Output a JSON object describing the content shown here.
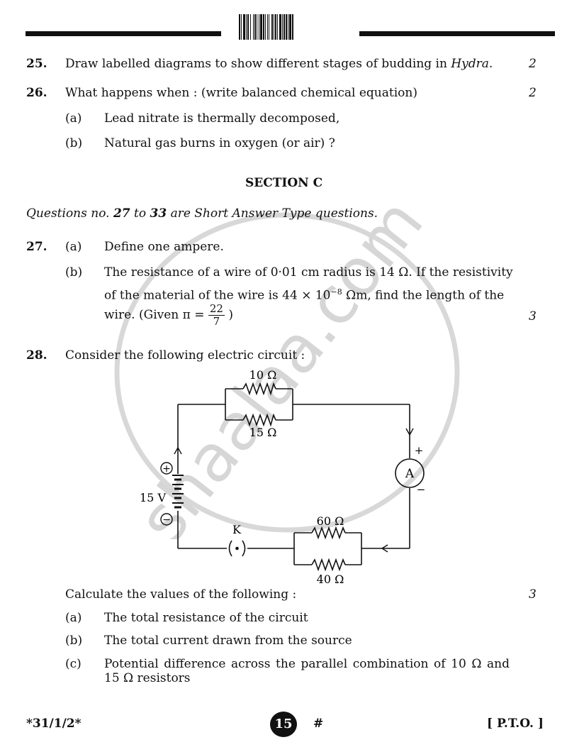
{
  "header": {
    "barcode": "barcode"
  },
  "q25": {
    "number": "25.",
    "text_before": "Draw labelled diagrams to show different stages of budding in ",
    "text_italic": "Hydra",
    "text_after": ".",
    "marks": "2"
  },
  "q26": {
    "number": "26.",
    "text": "What happens when : (write balanced chemical equation)",
    "marks": "2",
    "a_label": "(a)",
    "a_text": "Lead nitrate is thermally decomposed,",
    "b_label": "(b)",
    "b_text": "Natural gas burns in oxygen (or air) ?"
  },
  "section": {
    "title": "SECTION C",
    "instr_1": "Questions no. ",
    "instr_2": "27",
    "instr_3": " to ",
    "instr_4": "33",
    "instr_5": " are Short Answer Type questions."
  },
  "q27": {
    "number": "27.",
    "a_label": "(a)",
    "a_text": "Define one ampere.",
    "b_label": "(b)",
    "b_line1": "The resistance of a wire of 0·01 cm radius is 14 Ω. If the resistivity",
    "b_line2_pre": "of the material of the wire is 44 × 10",
    "b_line2_exp": "−8",
    "b_line2_post": " Ωm, find the length of the",
    "b_line3_pre": "wire. (Given π = ",
    "frac_num": "22",
    "frac_den": "7",
    "b_line3_post": " )",
    "marks": "3"
  },
  "q28": {
    "number": "28.",
    "text": "Consider the following electric circuit :",
    "circuit": {
      "r1": "10 Ω",
      "r2": "15 Ω",
      "r3": "60 Ω",
      "r4": "40 Ω",
      "battery": "15 V",
      "key": "K",
      "ammeter": "A",
      "plus": "+",
      "minus": "−",
      "bat_plus": "+",
      "bat_minus": "−"
    },
    "calc_text": "Calculate the values of the following :",
    "marks": "3",
    "a_label": "(a)",
    "a_text": "The total resistance of the circuit",
    "b_label": "(b)",
    "b_text": "The total current drawn from the source",
    "c_label": "(c)",
    "c_line1": "Potential difference across the parallel combination of 10 Ω and",
    "c_line2": "15 Ω resistors"
  },
  "watermark": "shaalaa.com",
  "footer": {
    "code": "*31/1/2*",
    "page": "15",
    "hash": "#",
    "pto": "[ P.T.O. ]"
  }
}
